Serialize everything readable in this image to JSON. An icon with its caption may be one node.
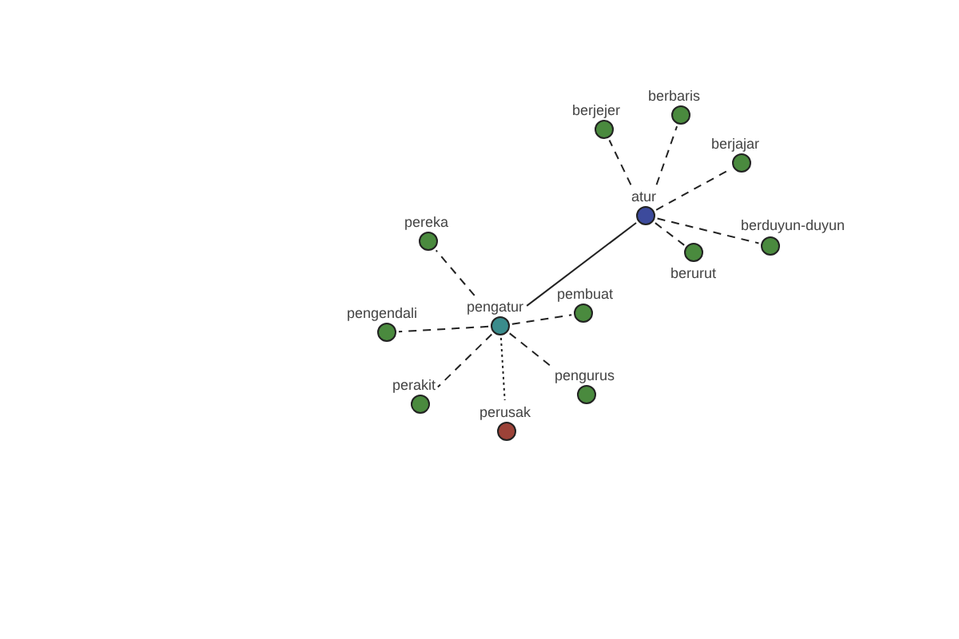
{
  "diagram": {
    "nodes": [
      {
        "text": [
          "atur"
        ]
      },
      {
        "text": [
          "pengatur"
        ]
      },
      {
        "text": [
          "berjejer"
        ]
      },
      {
        "text": [
          "berbaris"
        ]
      },
      {
        "text": [
          "berjajar"
        ]
      },
      {
        "text": [
          "berurut"
        ]
      },
      {
        "text": [
          "berduyun-duyun"
        ]
      },
      {
        "text": [
          "pereka"
        ]
      },
      {
        "text": [
          "pengendali"
        ]
      },
      {
        "text": [
          "pembuat"
        ]
      },
      {
        "text": [
          "pengurus"
        ]
      },
      {
        "text": [
          "perakit"
        ]
      },
      {
        "text": [
          "perusak"
        ]
      }
    ],
    "edges": [
      {
        "from": 0,
        "to": 1,
        "arrow": "none"
      },
      {
        "from": 0,
        "to": 2,
        "arrow": "none",
        "style": "dashed"
      },
      {
        "from": 0,
        "to": 3,
        "arrow": "none",
        "style": "dashed"
      },
      {
        "from": 0,
        "to": 4,
        "arrow": "none",
        "style": "dashed"
      },
      {
        "from": 0,
        "to": 5,
        "arrow": "none",
        "style": "dashed"
      },
      {
        "from": 0,
        "to": 6,
        "arrow": "none",
        "style": "dashed"
      },
      {
        "from": 1,
        "to": 7,
        "arrow": "none",
        "style": "dashed"
      },
      {
        "from": 1,
        "to": 8,
        "arrow": "none",
        "style": "dashed"
      },
      {
        "from": 1,
        "to": 9,
        "arrow": "none",
        "style": "dashed"
      },
      {
        "from": 1,
        "to": 10,
        "arrow": "none",
        "style": "dashed"
      },
      {
        "from": 1,
        "to": 11,
        "arrow": "none",
        "style": "dashed"
      },
      {
        "from": 1,
        "to": 12,
        "arrow": "none",
        "style": "dashed"
      }
    ]
  }
}
